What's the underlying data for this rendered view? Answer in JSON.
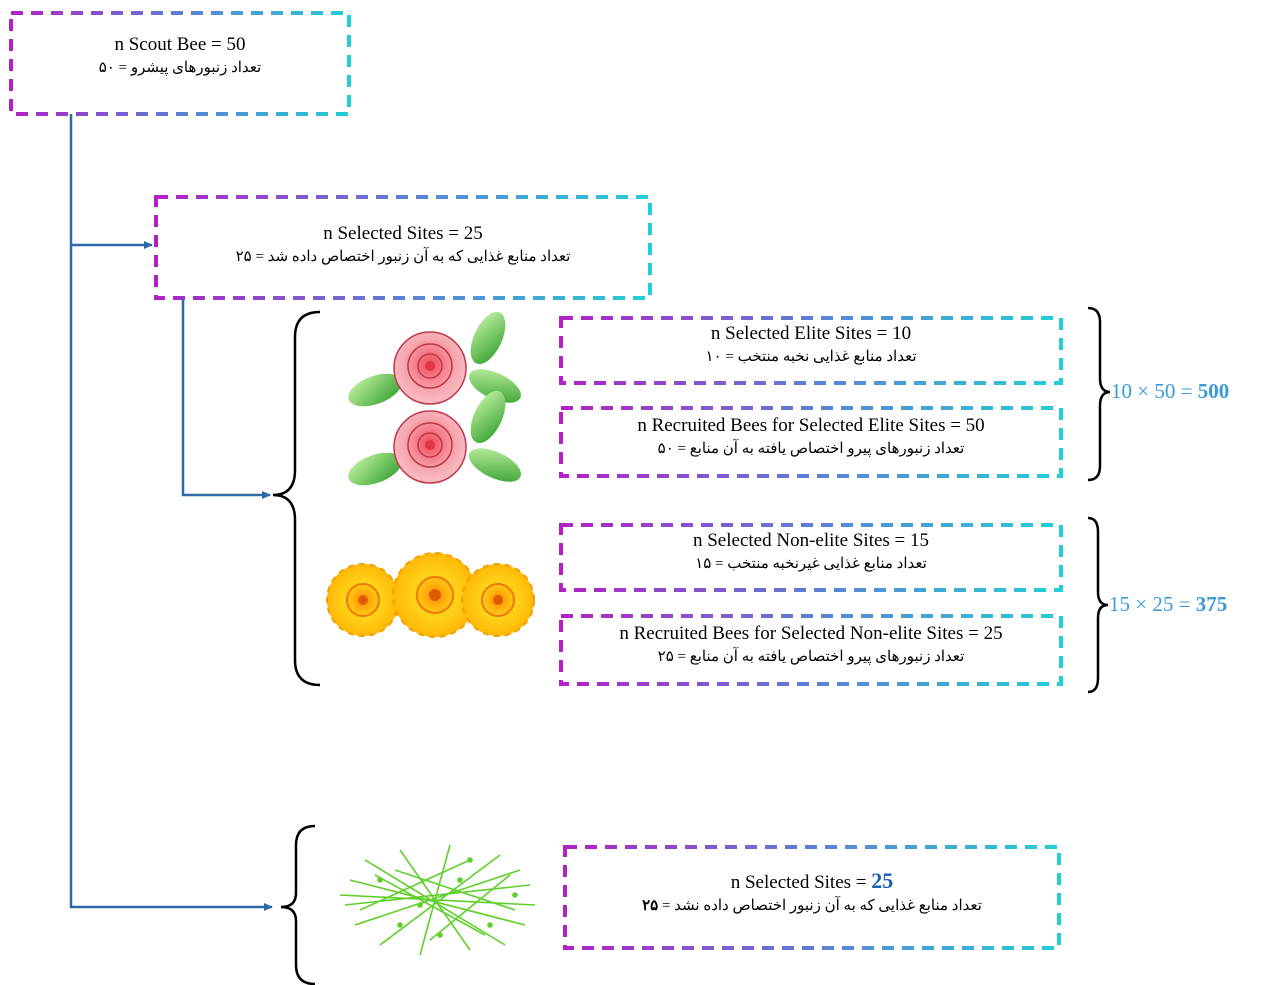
{
  "scout": {
    "line1": "n Scout Bee = 50",
    "line2": "تعداد زنبورهای پیشرو = ۵۰"
  },
  "selected": {
    "line1": "n Selected Sites = 25",
    "line2": "تعداد منابع غذایی که به آن زنبور اختصاص داده شد = ۲۵"
  },
  "elite": {
    "line1": "n Selected Elite Sites = 10",
    "line2": "تعداد منابع غذایی نخبه منتخب = ۱۰"
  },
  "elite_recruited": {
    "line1": "n Recruited Bees for Selected Elite Sites = 50",
    "line2": "تعداد زنبورهای پیرو اختصاص یافته به آن منابع = ۵۰"
  },
  "nonelite": {
    "line1": "n Selected Non-elite Sites = 15",
    "line2": "تعداد منابع غذایی غیرنخبه منتخب = ۱۵"
  },
  "nonelite_recruited": {
    "line1": "n Recruited Bees for Selected Non-elite Sites = 25",
    "line2": "تعداد زنبورهای پیرو اختصاص یافته به آن منابع = ۲۵"
  },
  "unselected": {
    "line1_prefix": "n Selected Sites = ",
    "line1_value": "25",
    "line2_prefix": "تعداد منابع غذایی که به آن زنبور اختصاص داده نشد = ",
    "line2_value": "۲۵"
  },
  "formula_elite": {
    "expr": "10 × 50 = ",
    "result": "500"
  },
  "formula_nonelite": {
    "expr": "15 × 25 = ",
    "result": "375"
  },
  "colors": {
    "connector": "#2e6aa5",
    "brace": "#000000",
    "formula": "#3b9ad9",
    "border_purple": "#b41fc6",
    "border_blue": "#5c7fd6",
    "border_cyan": "#22cfd6",
    "strong_number": "#1a5fb4"
  },
  "icons": [
    "rose-icon",
    "yellow-flower-icon",
    "grass-icon"
  ]
}
